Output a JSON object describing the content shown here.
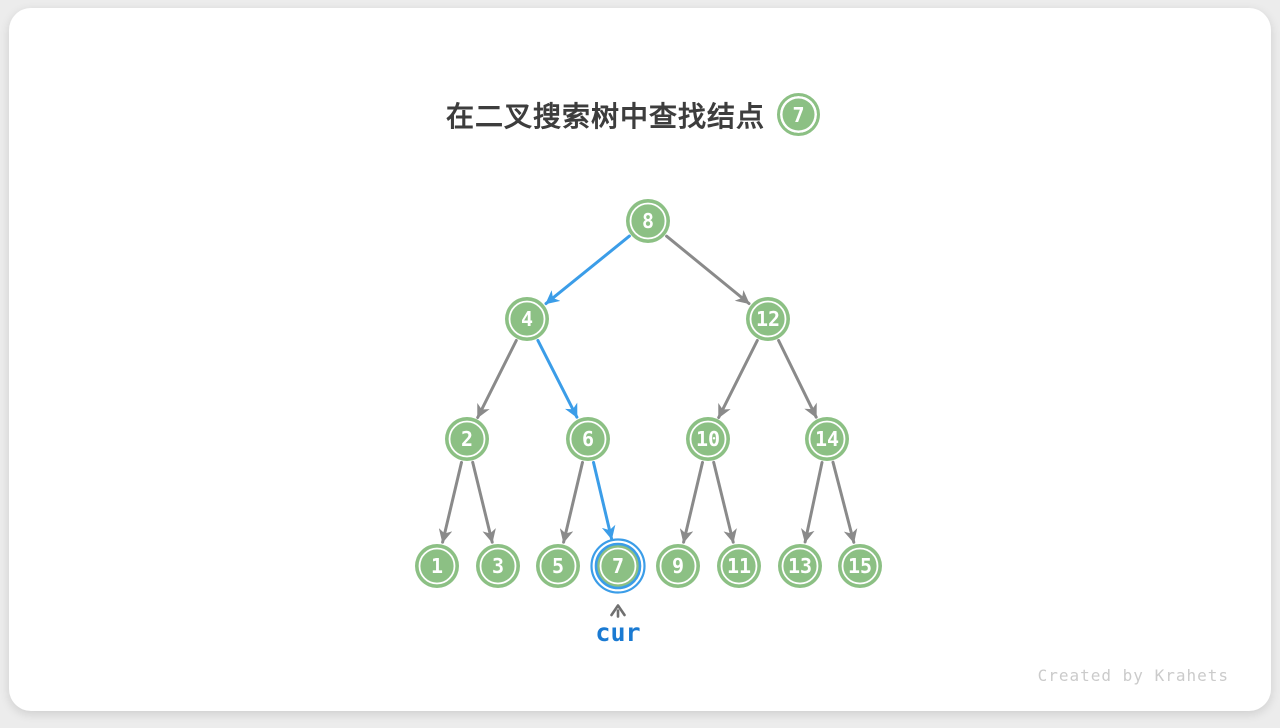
{
  "title": {
    "text": "在二叉搜索树中查找结点",
    "target_value": "7"
  },
  "tree": {
    "type": "binary-search-tree",
    "nodes": [
      {
        "value": "8"
      },
      {
        "value": "4"
      },
      {
        "value": "12"
      },
      {
        "value": "2"
      },
      {
        "value": "6"
      },
      {
        "value": "10"
      },
      {
        "value": "14"
      },
      {
        "value": "1"
      },
      {
        "value": "3"
      },
      {
        "value": "5"
      },
      {
        "value": "7",
        "highlighted": true
      },
      {
        "value": "9"
      },
      {
        "value": "11"
      },
      {
        "value": "13"
      },
      {
        "value": "15"
      }
    ],
    "edges": [
      {
        "from": "8",
        "to": "4",
        "state": "search-path"
      },
      {
        "from": "8",
        "to": "12",
        "state": "normal"
      },
      {
        "from": "4",
        "to": "2",
        "state": "normal"
      },
      {
        "from": "4",
        "to": "6",
        "state": "search-path"
      },
      {
        "from": "12",
        "to": "10",
        "state": "normal"
      },
      {
        "from": "12",
        "to": "14",
        "state": "normal"
      },
      {
        "from": "2",
        "to": "1",
        "state": "normal"
      },
      {
        "from": "2",
        "to": "3",
        "state": "normal"
      },
      {
        "from": "6",
        "to": "5",
        "state": "normal"
      },
      {
        "from": "6",
        "to": "7",
        "state": "search-path"
      },
      {
        "from": "10",
        "to": "9",
        "state": "normal"
      },
      {
        "from": "10",
        "to": "11",
        "state": "normal"
      },
      {
        "from": "14",
        "to": "13",
        "state": "normal"
      },
      {
        "from": "14",
        "to": "15",
        "state": "normal"
      }
    ],
    "search_path": [
      "8",
      "4",
      "6",
      "7"
    ]
  },
  "pointer": {
    "label": "cur",
    "points_to": "7"
  },
  "footer": {
    "credit": "Created by Krahets"
  },
  "colors": {
    "node_green": "#8cc084",
    "edge_gray": "#8a8a8a",
    "highlight_blue": "#3b9de8",
    "cur_text_blue": "#1a7ad2",
    "title_text": "#3d3d3d",
    "page_background": "#ececec",
    "card_background": "#ffffff"
  }
}
